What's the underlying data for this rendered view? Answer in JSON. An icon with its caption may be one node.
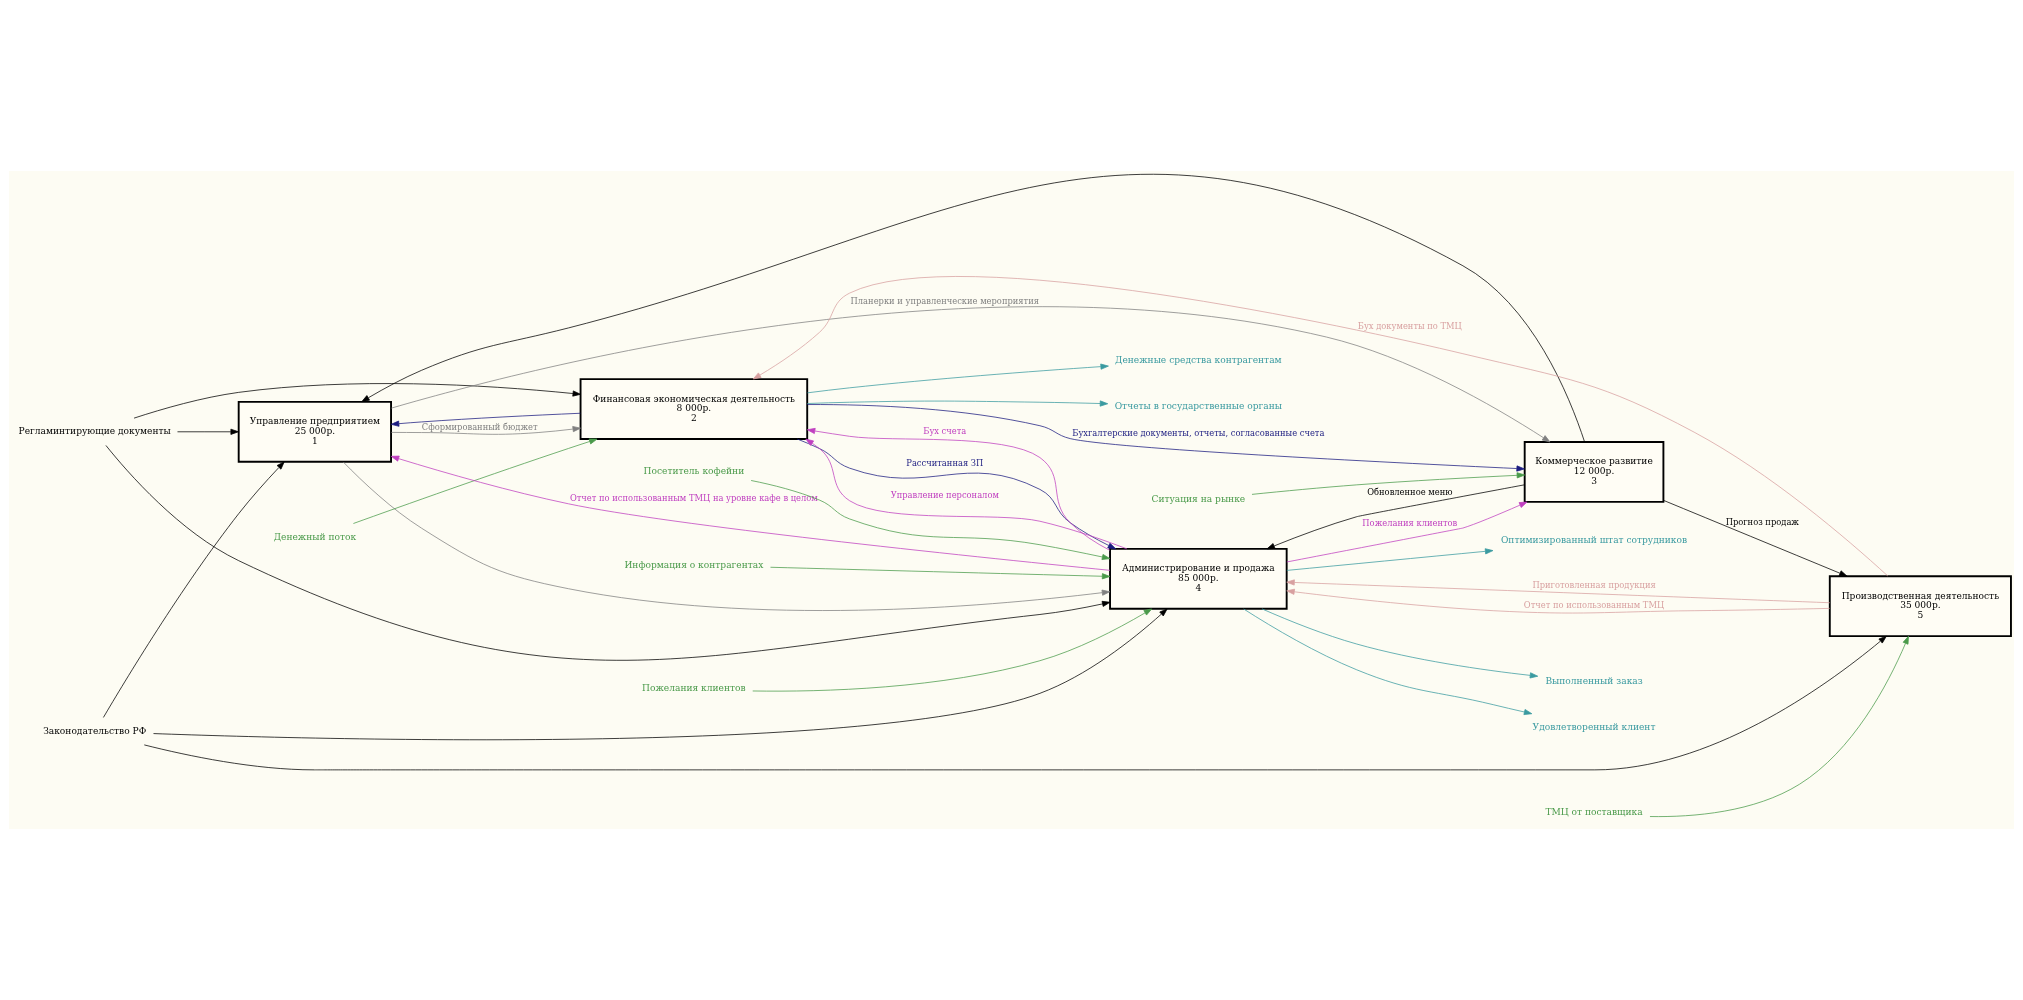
{
  "diagram": {
    "nodes": [
      {
        "text": [
          "Регламинтирующие документы"
        ]
      },
      {
        "text": [
          "Законодательство РФ"
        ]
      },
      {
        "text": [
          "Управление предприятием",
          "25 000р.",
          "1"
        ]
      },
      {
        "text": [
          "Финансовая экономическая деятельность",
          "8 000р.",
          "2"
        ]
      },
      {
        "text": [
          "Отчеты в государственные органы"
        ]
      },
      {
        "text": [
          "Денежные средства контрагентам"
        ]
      },
      {
        "text": [
          "Денежный поток"
        ]
      },
      {
        "text": [
          "Коммерческое развитие",
          "12 000р.",
          "3"
        ]
      },
      {
        "text": [
          "Ситуация на рынке"
        ]
      },
      {
        "text": [
          "Администрирование и продажа",
          "85 000р.",
          "4"
        ]
      },
      {
        "text": [
          "Выполненный заказ"
        ]
      },
      {
        "text": [
          "Пожелания клиентов"
        ]
      },
      {
        "text": [
          "Информация о контрагентах"
        ]
      },
      {
        "text": [
          "Удовлетворенный клиент"
        ]
      },
      {
        "text": [
          "Посетитель кофейни"
        ]
      },
      {
        "text": [
          "Оптимизированный штат сотрудников"
        ]
      },
      {
        "text": [
          "Производственная деятельность",
          "35 000р.",
          "5"
        ]
      },
      {
        "text": [
          "ТМЦ от поставщика"
        ]
      }
    ],
    "edges": [
      {
        "from": 0,
        "to": 2,
        "arrow": "to"
      },
      {
        "from": 0,
        "to": 3,
        "arrow": "to"
      },
      {
        "from": 0,
        "to": 9,
        "arrow": "to"
      },
      {
        "from": 1,
        "to": 2,
        "arrow": "to"
      },
      {
        "from": 1,
        "to": 9,
        "arrow": "to"
      },
      {
        "from": 1,
        "to": 16,
        "arrow": "to"
      },
      {
        "from": 2,
        "to": 7,
        "label": "Планерки и управленческие мероприятия",
        "arrow": "to",
        "color": "#808080"
      },
      {
        "from": 2,
        "to": 9,
        "arrow": "to",
        "color": "#808080"
      },
      {
        "from": 2,
        "to": 3,
        "label": "Сформированный бюджет",
        "arrow": "to",
        "color": "#808080"
      },
      {
        "from": 3,
        "to": 4,
        "arrow": "to",
        "color": "#3a9aa0"
      },
      {
        "from": 3,
        "to": 5,
        "arrow": "to",
        "color": "#3a9aa0"
      },
      {
        "from": 3,
        "to": 9,
        "label": "Рассчитанная ЗП",
        "arrow": "to",
        "color": "#1c1c80"
      },
      {
        "from": 3,
        "to": 7,
        "label": "Бухгалтерские документы, отчеты, согласованные счета",
        "arrow": "to",
        "color": "#1c1c80"
      },
      {
        "from": 3,
        "to": 2,
        "arrow": "to",
        "color": "#1c1c80"
      },
      {
        "from": 6,
        "to": 3,
        "arrow": "to",
        "color": "#4a9a4a"
      },
      {
        "from": 7,
        "to": 9,
        "label": "Обновленное меню",
        "arrow": "to"
      },
      {
        "from": 7,
        "to": 16,
        "label": "Прогноз продаж",
        "arrow": "to"
      },
      {
        "from": 7,
        "to": 2,
        "arrow": "to"
      },
      {
        "from": 8,
        "to": 7,
        "arrow": "to",
        "color": "#4a9a4a"
      },
      {
        "from": 9,
        "to": 10,
        "arrow": "to",
        "color": "#3a9aa0"
      },
      {
        "from": 9,
        "to": 2,
        "label": "Отчет по использованным ТМЦ на уровне кафе в целом",
        "arrow": "to",
        "color": "#c040c0"
      },
      {
        "from": 9,
        "to": 3,
        "label": "Управление персоналом",
        "arrow": "to",
        "color": "#c040c0"
      },
      {
        "from": 9,
        "to": 7,
        "label": "Пожелания клиентов",
        "arrow": "to",
        "color": "#c040c0"
      },
      {
        "from": 9,
        "to": 3,
        "label": "Бух счета",
        "arrow": "to",
        "color": "#c040c0"
      },
      {
        "from": 9,
        "to": 13,
        "arrow": "to",
        "color": "#3a9aa0"
      },
      {
        "from": 9,
        "to": 15,
        "arrow": "to",
        "color": "#3a9aa0"
      },
      {
        "from": 11,
        "to": 9,
        "arrow": "to",
        "color": "#4a9a4a"
      },
      {
        "from": 12,
        "to": 9,
        "arrow": "to",
        "color": "#4a9a4a"
      },
      {
        "from": 14,
        "to": 9,
        "arrow": "to",
        "color": "#4a9a4a"
      },
      {
        "from": 16,
        "to": 9,
        "label": "Приготовленная продукция",
        "arrow": "to",
        "color": "#d8a0a0"
      },
      {
        "from": 16,
        "to": 3,
        "label": "Бух документы по ТМЦ",
        "arrow": "to",
        "color": "#d8a0a0"
      },
      {
        "from": 16,
        "to": 9,
        "label": "Отчет по использованным ТМЦ",
        "arrow": "to",
        "color": "#d8a0a0"
      },
      {
        "from": 17,
        "to": 16,
        "arrow": "to",
        "color": "#4a9a4a"
      }
    ]
  }
}
